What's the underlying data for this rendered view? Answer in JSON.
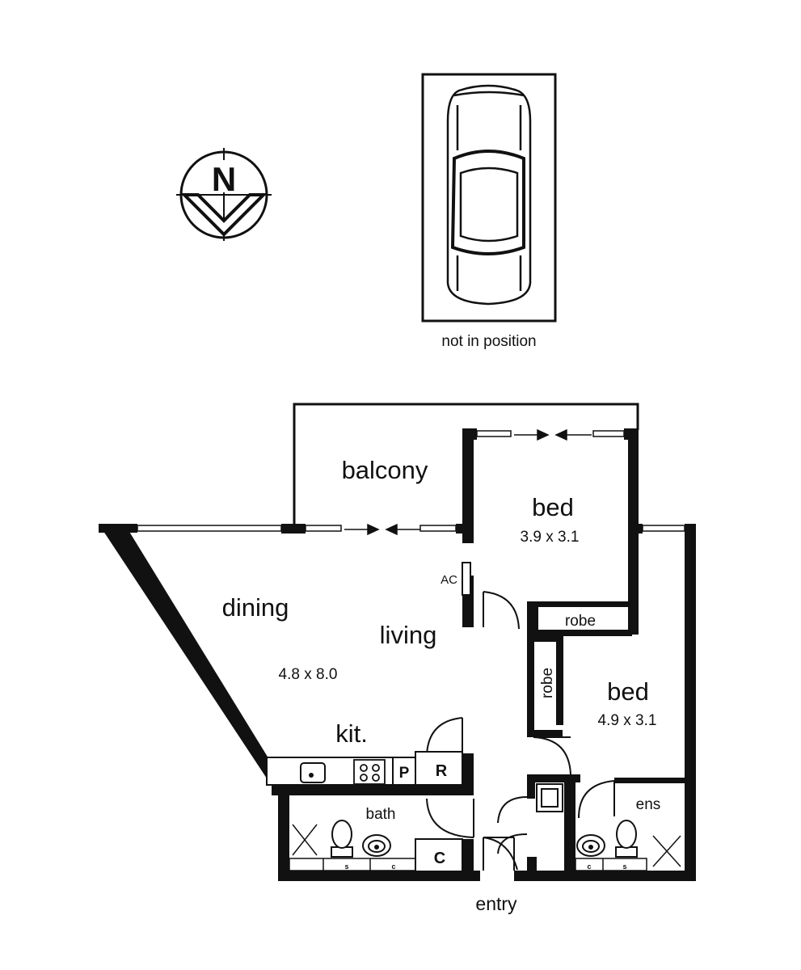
{
  "compass": {
    "letter": "N"
  },
  "carport": {
    "note": "not in position"
  },
  "rooms": {
    "balcony": "balcony",
    "bed1": {
      "name": "bed",
      "size": "3.9 x 3.1"
    },
    "bed2": {
      "name": "bed",
      "size": "4.9 x 3.1"
    },
    "dining": "dining",
    "living": "living",
    "living_size": "4.8 x 8.0",
    "kitchen": "kit.",
    "robe1": "robe",
    "robe2": "robe",
    "bath": "bath",
    "ensuite": "ens",
    "entry": "entry"
  },
  "fixtures": {
    "ac": "AC",
    "pantry": "P",
    "fridge": "R",
    "cupboard": "C",
    "bath_shower": "s",
    "bath_cabinet": "c",
    "ens_cabinet": "c",
    "ens_shower": "s"
  }
}
